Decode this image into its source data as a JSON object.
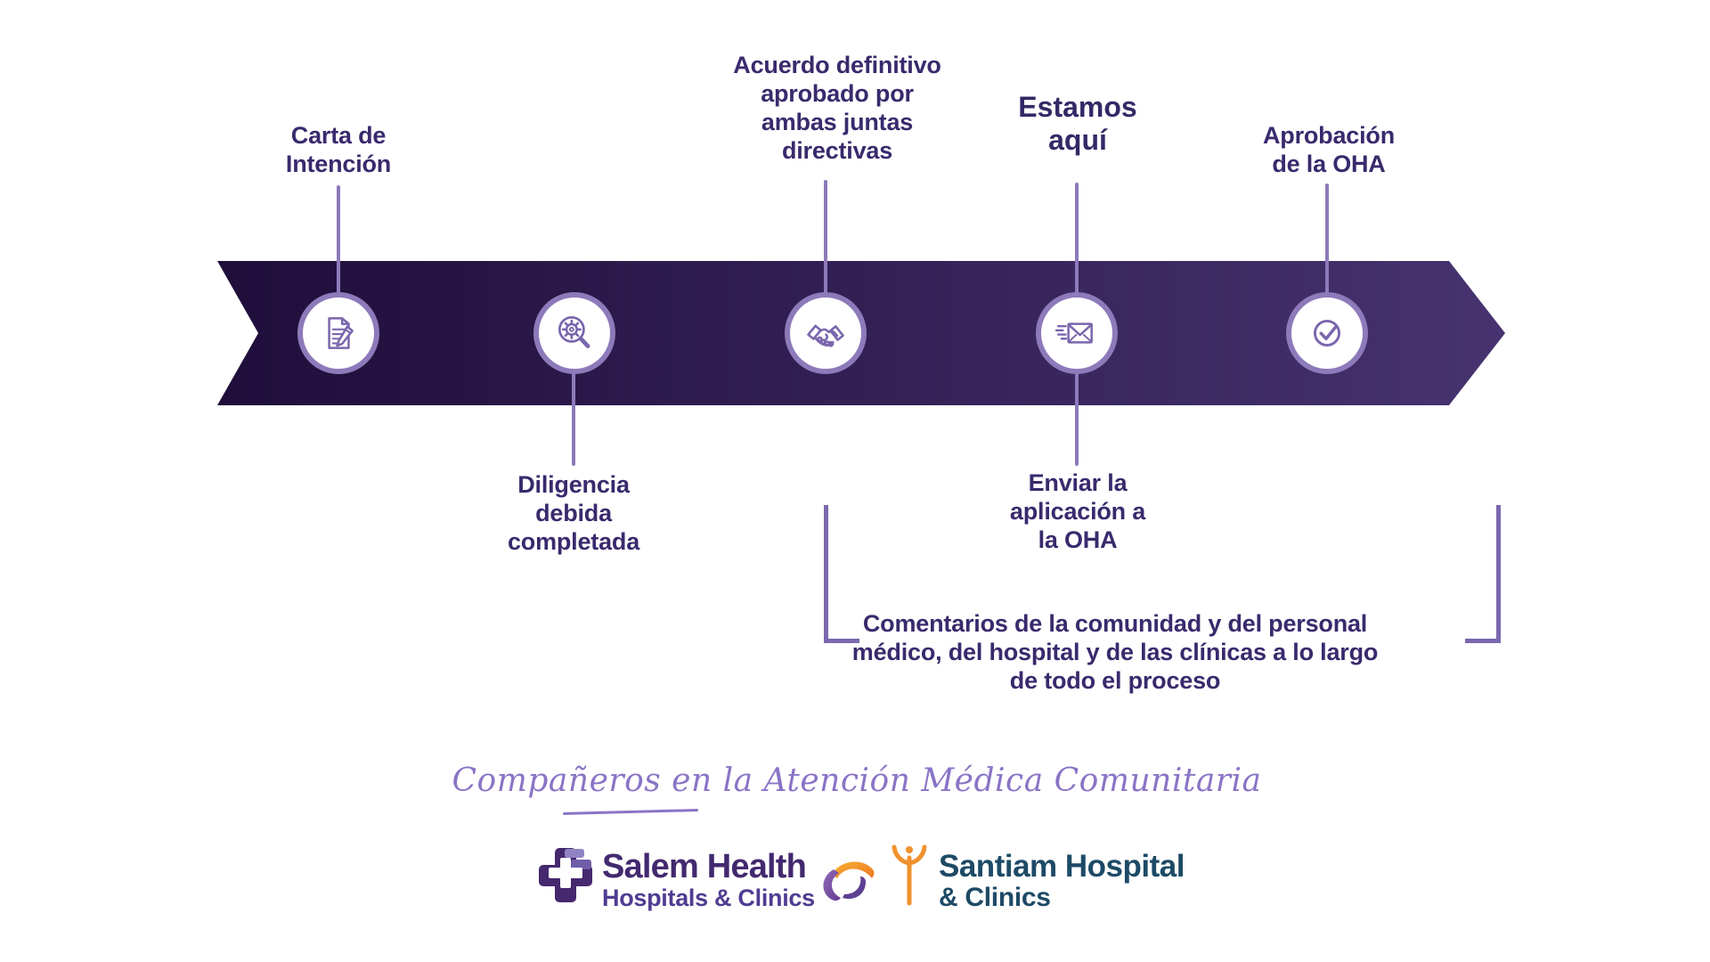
{
  "timeline": {
    "colors": {
      "band_gradient_start": "#1f0e3a",
      "band_gradient_end": "#463370",
      "accent_line": "#8d7aba",
      "icon_stroke": "#7a66ad",
      "label_text": "#392a6d",
      "bracket": "#7b68ae"
    },
    "steps": [
      {
        "name": "carta-de-intencion",
        "icon": "document-pencil-icon",
        "label_position": "above",
        "lines": [
          "Carta de",
          "Intención"
        ]
      },
      {
        "name": "diligencia-debida",
        "icon": "magnifier-gear-icon",
        "label_position": "below",
        "lines": [
          "Diligencia",
          "debida",
          "completada"
        ]
      },
      {
        "name": "acuerdo-definitivo",
        "icon": "handshake-icon",
        "label_position": "above",
        "lines": [
          "Acuerdo definitivo",
          "aprobado por",
          "ambas juntas",
          "directivas"
        ]
      },
      {
        "name": "enviar-aplicacion",
        "icon": "envelope-send-icon",
        "label_position": "below",
        "marker": [
          "Estamos",
          "aquí"
        ],
        "lines": [
          "Enviar la",
          "aplicación a",
          "la OHA"
        ]
      },
      {
        "name": "aprobacion-oha",
        "icon": "check-circle-icon",
        "label_position": "above",
        "lines": [
          "Aprobación",
          "de la OHA"
        ]
      }
    ],
    "note": [
      "Comentarios de la comunidad y del personal",
      "médico, del hospital y de las clínicas a lo largo",
      "de todo el proceso"
    ]
  },
  "footer": {
    "tagline": "Compañeros en la Atención Médica Comunitaria",
    "tagline_color": "#8a74c6",
    "salem": {
      "name": "Salem Health",
      "sub": "Hospitals & Clinics",
      "purple": "#46286e",
      "light_purple": "#9184c4"
    },
    "santiam": {
      "name": "Santiam Hospital",
      "sub": "& Clinics",
      "teal": "#1d4a66",
      "orange": "#f0912d"
    },
    "swirl_colors": {
      "purple": "#7b4fa3",
      "dark_purple": "#5d3f92",
      "orange": "#f08a24"
    }
  }
}
